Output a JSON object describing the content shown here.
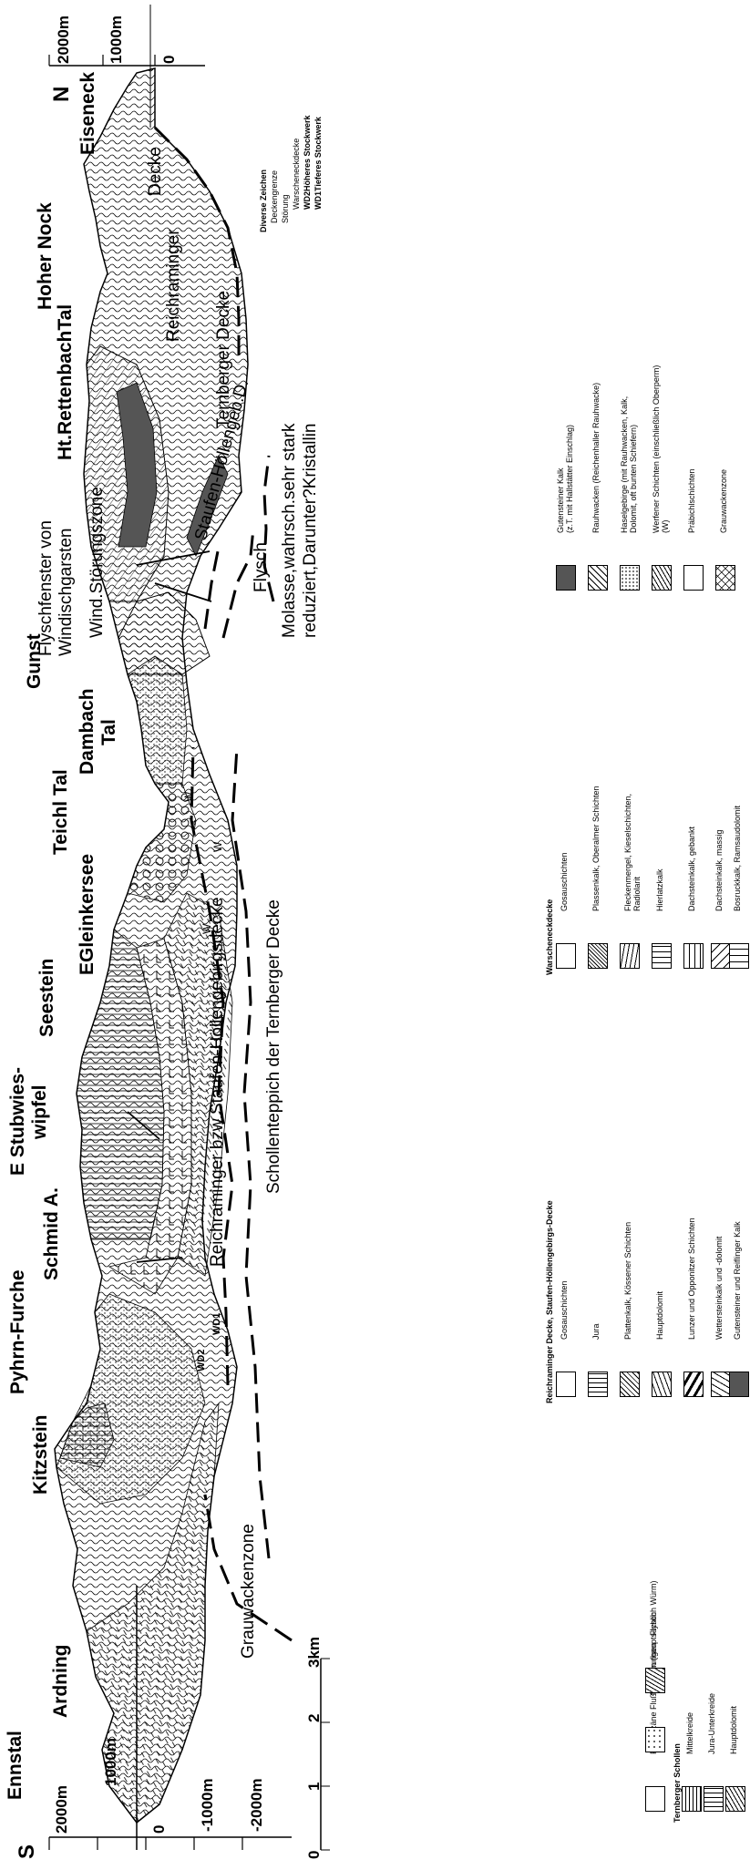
{
  "compass": {
    "south": "S",
    "north": "N"
  },
  "peaks": [
    "Ennstal",
    "Ardning",
    "Kitzstein",
    "Pyhrn-Furche",
    "Schmid A.",
    "E Stubwies-",
    "wipfel",
    "Seestein",
    "EGleinkersee",
    "Teichl Tal",
    "Dambach",
    "Tal",
    "Gunst",
    "Ht.RettenbachTal",
    "Hoher Nock",
    "Eiseneck"
  ],
  "altitude_scale": {
    "left": [
      "2000m",
      "1000m",
      "0",
      "-1000m",
      "-2000m"
    ],
    "right": [
      "2000m",
      "1000m",
      "0"
    ]
  },
  "km_scale": {
    "ticks": [
      "0",
      "1",
      "2",
      "3km"
    ]
  },
  "zones": {
    "grauwacken": "Grauwackenzone",
    "reichraminger": "Reichraminger bzw.Staufen-Höllengebirgsdecke",
    "schollen": "Schollenteppich der Ternberger Decke",
    "flysch_window_1": "Flyschfenster von",
    "flysch_window_2": "Windischgarsten",
    "wind_stoerung": "Wind.Störungszone",
    "flysch": "Flysch",
    "molasse_1": "Molasse,wahrsch.sehr stark",
    "molasse_2": "reduziert,Darunter?Kristallin",
    "ternberger": "Ternberger Decke",
    "reichraminger_short": "Reichraminger",
    "staufen": "Staufen-Höllengeb.D.",
    "decke": "Decke",
    "wd1": "WD1",
    "wd2": "WD2",
    "w": "W"
  },
  "symbols": {
    "title": "Diverse Zeichen",
    "items": [
      "Deckengrenze",
      "Störung",
      "Warscheneckdecke",
      "WD2Höheres Stockwerk",
      "WD1Tieferes Stockwerk"
    ]
  },
  "legend": {
    "col1": {
      "items": [
        "Pleistozäne Flußablagerungen",
        "Moränen (hauptsächlich Würm)",
        "Flysch"
      ],
      "section": "Ternberger Schollen",
      "items2": [
        "Mittelkreide",
        "Jura-Unterkreide",
        "Hauptdolomit"
      ]
    },
    "col2": {
      "section": "Reichraminger Decke, Staufen-Höllengebirgs-Decke",
      "items": [
        "Gosauschichten",
        "Jura",
        "Plattenkalk, Kössener Schichten",
        "Hauptdolomit",
        "Lunzer und Opponitzer Schichten",
        "Wettersteinkalk und -dolomit",
        "Gutensteiner und Reiflinger Kalk"
      ]
    },
    "col3": {
      "section": "Warscheneckdecke",
      "items": [
        "Gosauschichten",
        "Plassenkalk, Oberalmer Schichten",
        "Fleckenmergel, Kieselschichten,",
        "Radiolarit",
        "Hierlatzkalk",
        "Dachsteinkalk, gebankt",
        "Dachsteinkalk, massig",
        "Bosruckkalk, Ramsaudolomit"
      ]
    },
    "col4": {
      "items": [
        "Gutensteiner Kalk",
        "(z.T. mit Hallstätter Einschlag)",
        "Rauhwacken (Reichenhaller Rauhwacke)",
        "Haselgebirge (mit Rauhwacken, Kalk,",
        "Dolomit, oft bunten Schiefern)",
        "Werfener Schichten (einschließlich Oberperm)",
        "(W)",
        "Präbichlschichten",
        "Grauwackenzone"
      ]
    }
  }
}
